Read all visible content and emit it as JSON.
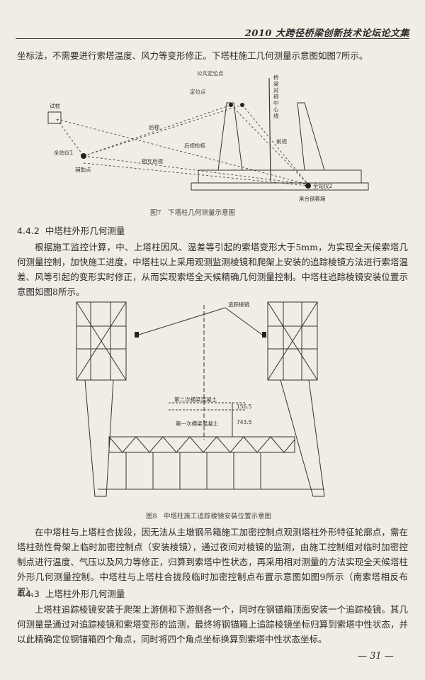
{
  "header": {
    "title": "2010 大跨径桥梁创新技术论坛论文集"
  },
  "para_top": "坐标法，不需要进行索塔温度、风力等变形修正。下塔柱施工几何测量示意图如图7所示。",
  "figure7": {
    "caption": "图7　下塔柱几何测量示意图",
    "labels": {
      "public_station": "公共定位点",
      "station_point": "定位点",
      "bridge_axis": "桥梁对称中心线",
      "test_pile": "试桩",
      "total_station1": "全站仪1",
      "total_station2": "全站仪2",
      "aux_point": "辅助点",
      "back_sight": "后视",
      "back_sight_check": "后视检核",
      "mutual_back": "相互后视",
      "forward": "前视",
      "forward2": "后视检核",
      "front": "前视",
      "pier_frame": "承台钢套箱"
    }
  },
  "section442": {
    "number": "4.4.2",
    "title": "中塔柱外形几何测量"
  },
  "para442": "根据施工监控计算，中、上塔柱因风、温差等引起的索塔变形大于5mm，为实现全天候索塔几何测量控制，加快施工进度，中塔柱以上采用观测监测棱镜和爬架上安装的追踪棱镜方法进行索塔温差、风等引起的变形实时修正，从而实现索塔全天候精确几何测量控制。中塔柱追踪棱镜安装位置示意图如图8所示。",
  "figure8": {
    "caption": "图8　中塔柱施工追踪棱镜安装位置示意图",
    "labels": {
      "prism": "追踪棱镜",
      "beam2": "第二次横梁混凝土",
      "beam1": "第一次横梁混凝土",
      "dim1": "156.5",
      "dim2": "743.5"
    }
  },
  "para_mid": "在中塔柱与上塔柱合拢段，因无法从主墩钢吊箱施工加密控制点观测塔柱外形特征轮廓点，需在塔柱劲性骨架上临时加密控制点（安装棱镜），通过夜间对棱镜的监测，由施工控制组对临时加密控制点进行温度、气压以及风力等修正，归算到索塔中性状态，再采用相对测量的方法实现全天候塔柱外形几何测量控制。中塔柱与上塔柱合拢段临时加密控制点布置示意图如图9所示（南索塔相反布置）。",
  "section443": {
    "number": "4.4.3",
    "title": "上塔柱外形几何测量"
  },
  "para443": "上塔柱追踪棱镜安装于爬架上游侧和下游侧各一个，同时在钢锚箱顶面安装一个追踪棱镜。其几何测量是通过对追踪棱镜和索塔变形的监测，最终将钢锚箱上追踪棱镜坐标归算到索塔中性状态，并以此精确定位钢锚箱四个角点，同时将四个角点坐标换算到索塔中性状态坐标。",
  "page_number": "— 31 —"
}
